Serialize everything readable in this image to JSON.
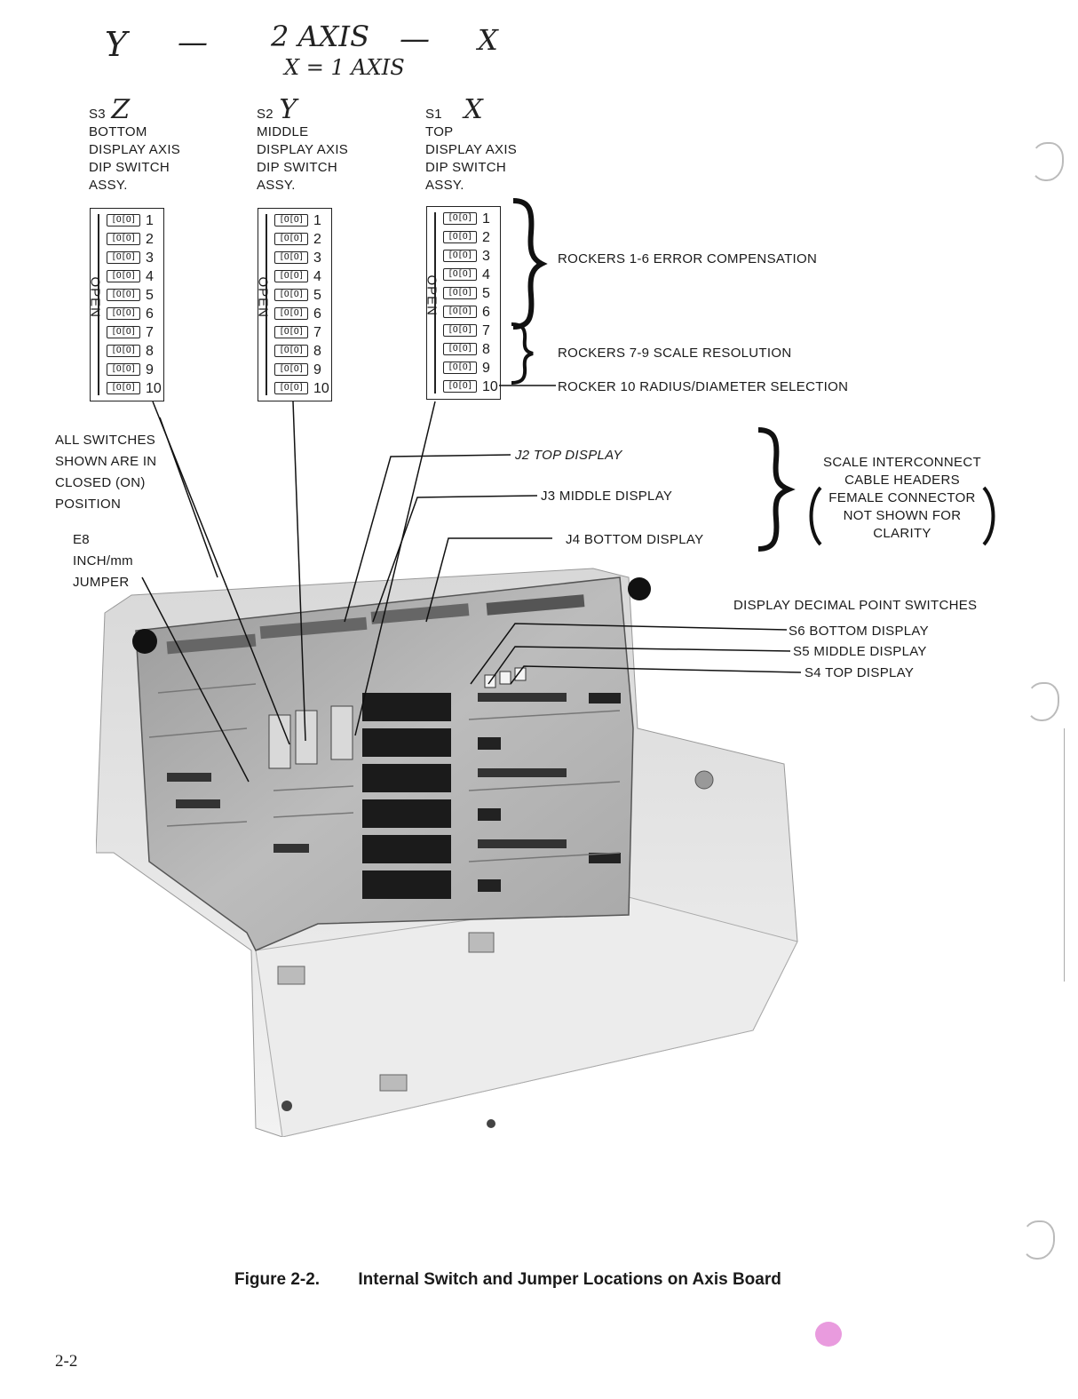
{
  "handwritten": {
    "line1_y": "Y",
    "line1_dash1": "—",
    "line1_axis": "2 AXIS",
    "line1_dash2": "—",
    "line1_x": "X",
    "line2": "X = 1 AXIS",
    "s3_mark": "Z",
    "s2_mark": "Y",
    "s1_mark": "X"
  },
  "switches": [
    {
      "id": "S3",
      "lines": [
        "BOTTOM",
        "DISPLAY AXIS",
        "DIP SWITCH",
        "ASSY."
      ]
    },
    {
      "id": "S2",
      "lines": [
        "MIDDLE",
        "DISPLAY AXIS",
        "DIP SWITCH",
        "ASSY."
      ]
    },
    {
      "id": "S1",
      "lines": [
        "TOP",
        "DISPLAY AXIS",
        "DIP SWITCH",
        "ASSY."
      ]
    }
  ],
  "dip": {
    "open_label": "OPEN",
    "rocker_glyph": "[O[O]",
    "numbers": [
      "1",
      "2",
      "3",
      "4",
      "5",
      "6",
      "7",
      "8",
      "9",
      "10"
    ]
  },
  "rocker_groups": {
    "error_comp": "ROCKERS 1-6 ERROR COMPENSATION",
    "scale_res": "ROCKERS 7-9 SCALE RESOLUTION",
    "radius": "ROCKER 10 RADIUS/DIAMETER SELECTION"
  },
  "notes": {
    "all_switches": [
      "ALL SWITCHES",
      "SHOWN ARE IN",
      "CLOSED (ON)",
      "POSITION"
    ],
    "e8": [
      "E8",
      "INCH/mm",
      "JUMPER"
    ]
  },
  "connectors": {
    "j2": "J2 TOP DISPLAY",
    "j3": "J3 MIDDLE DISPLAY",
    "j4": "J4 BOTTOM DISPLAY"
  },
  "scale_interconnect": [
    "SCALE INTERCONNECT",
    "CABLE HEADERS",
    "FEMALE CONNECTOR",
    "NOT SHOWN FOR",
    "CLARITY"
  ],
  "decimal": {
    "title": "DISPLAY DECIMAL POINT SWITCHES",
    "s6": "S6 BOTTOM DISPLAY",
    "s5": "S5 MIDDLE DISPLAY",
    "s4": "S4 TOP DISPLAY"
  },
  "caption": {
    "number": "Figure 2-2.",
    "title": "Internal Switch and Jumper Locations on Axis Board"
  },
  "page_number": "2-2"
}
